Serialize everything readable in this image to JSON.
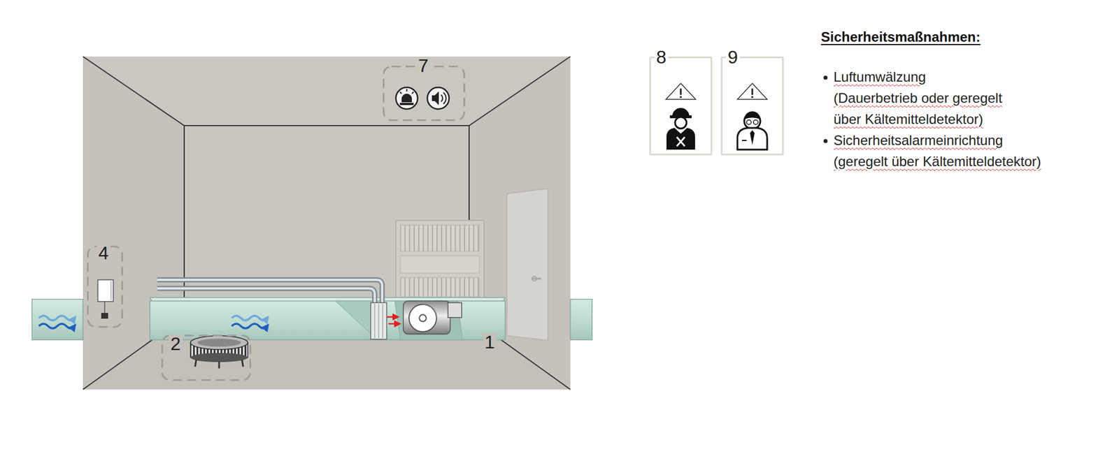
{
  "diagram": {
    "title": "Sicherheitsmaßnahmen:",
    "nodes": [
      {
        "text": [
          "7"
        ]
      },
      {
        "text": [
          "8"
        ]
      },
      {
        "text": [
          "9"
        ]
      },
      {
        "text": [
          "4"
        ]
      },
      {
        "text": [
          "2"
        ]
      }
    ],
    "labels": [
      "1",
      "Luftumwälzung",
      "(Dauerbetrieb oder geregelt über Kältemitteldetektor)",
      "Sicherheitsalarmeinrichtung",
      "(geregelt über Kältemitteldetektor)"
    ]
  }
}
